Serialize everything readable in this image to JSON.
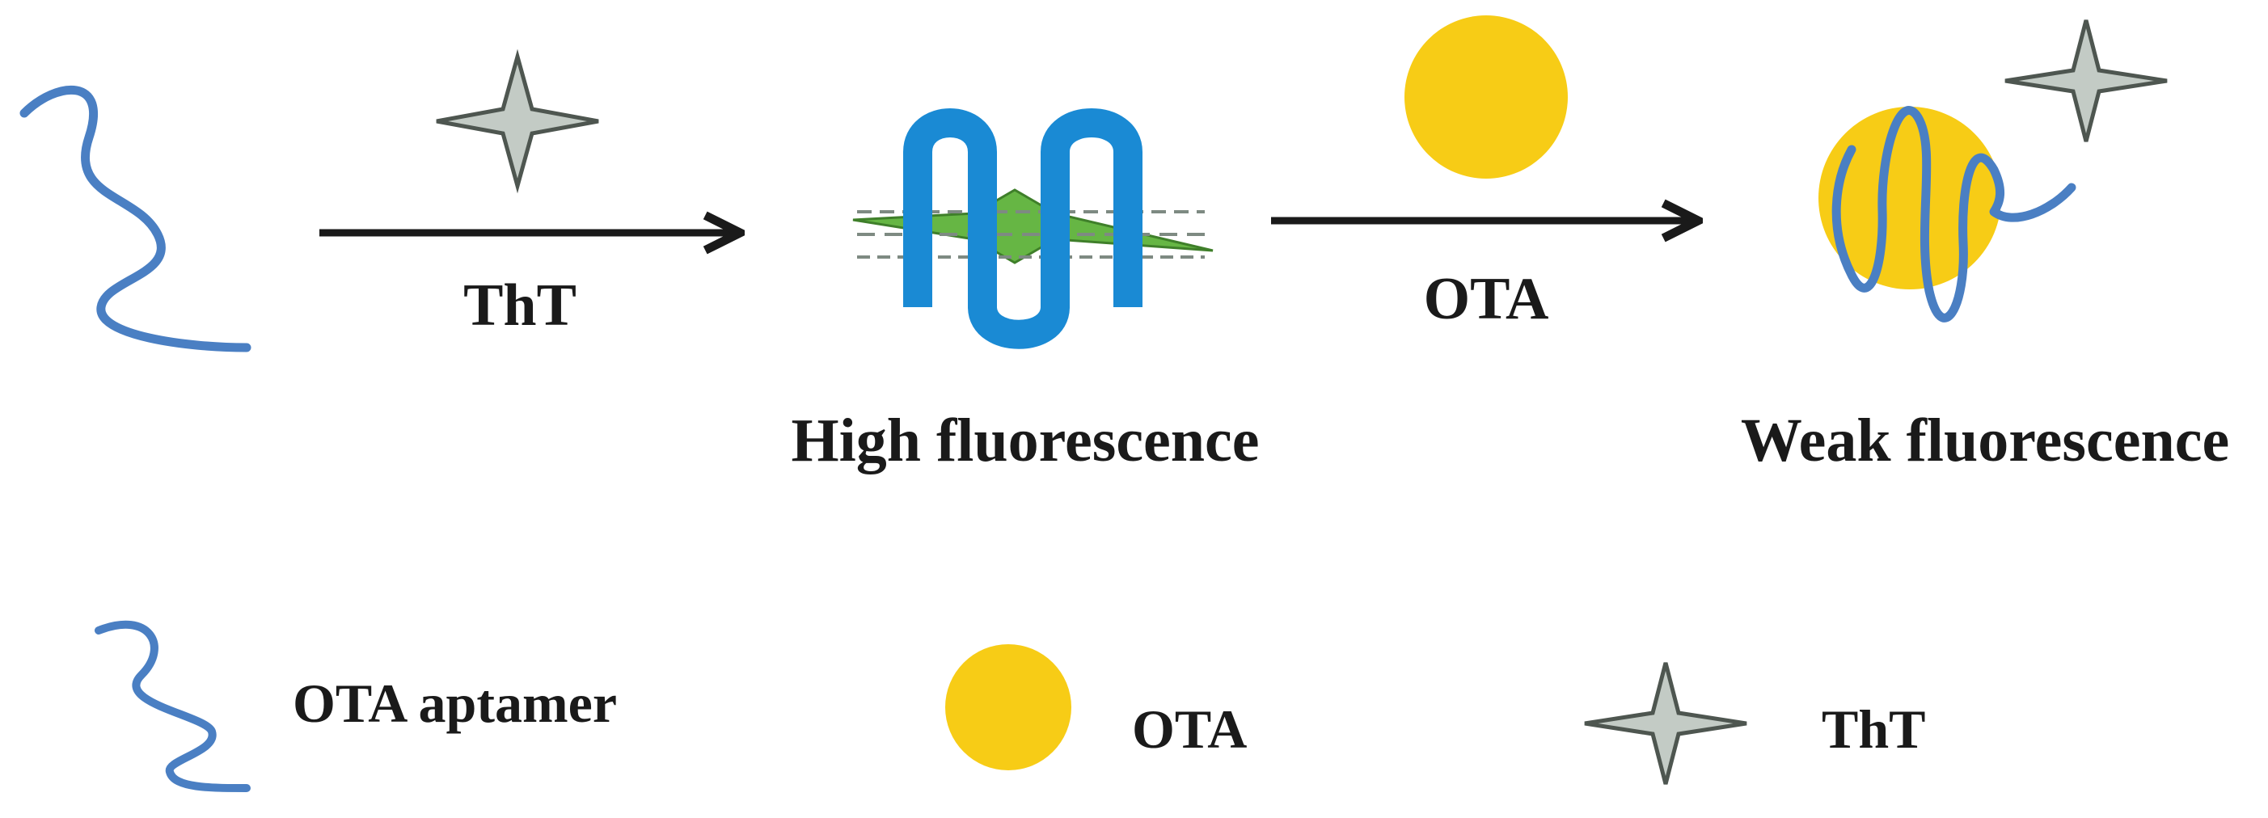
{
  "labels": {
    "step1_reagent": "ThT",
    "step2_reagent": "OTA",
    "state_high": "High fluorescence",
    "state_weak": "Weak fluorescence"
  },
  "legend": {
    "aptamer": "OTA aptamer",
    "ota": "OTA",
    "tht": "ThT"
  },
  "colors": {
    "aptamer": "#4a7fc3",
    "aptamer_folded": "#1a8ad4",
    "ota": "#f7cc16",
    "tht_fill": "#c3cbc5",
    "tht_stroke": "#4e5650",
    "tht_bound": "#66b644",
    "arrow": "#1a1a1a"
  },
  "icons": {
    "aptamer": "wavy-strand-icon",
    "ota": "yellow-circle-icon",
    "tht": "four-point-star-icon"
  }
}
